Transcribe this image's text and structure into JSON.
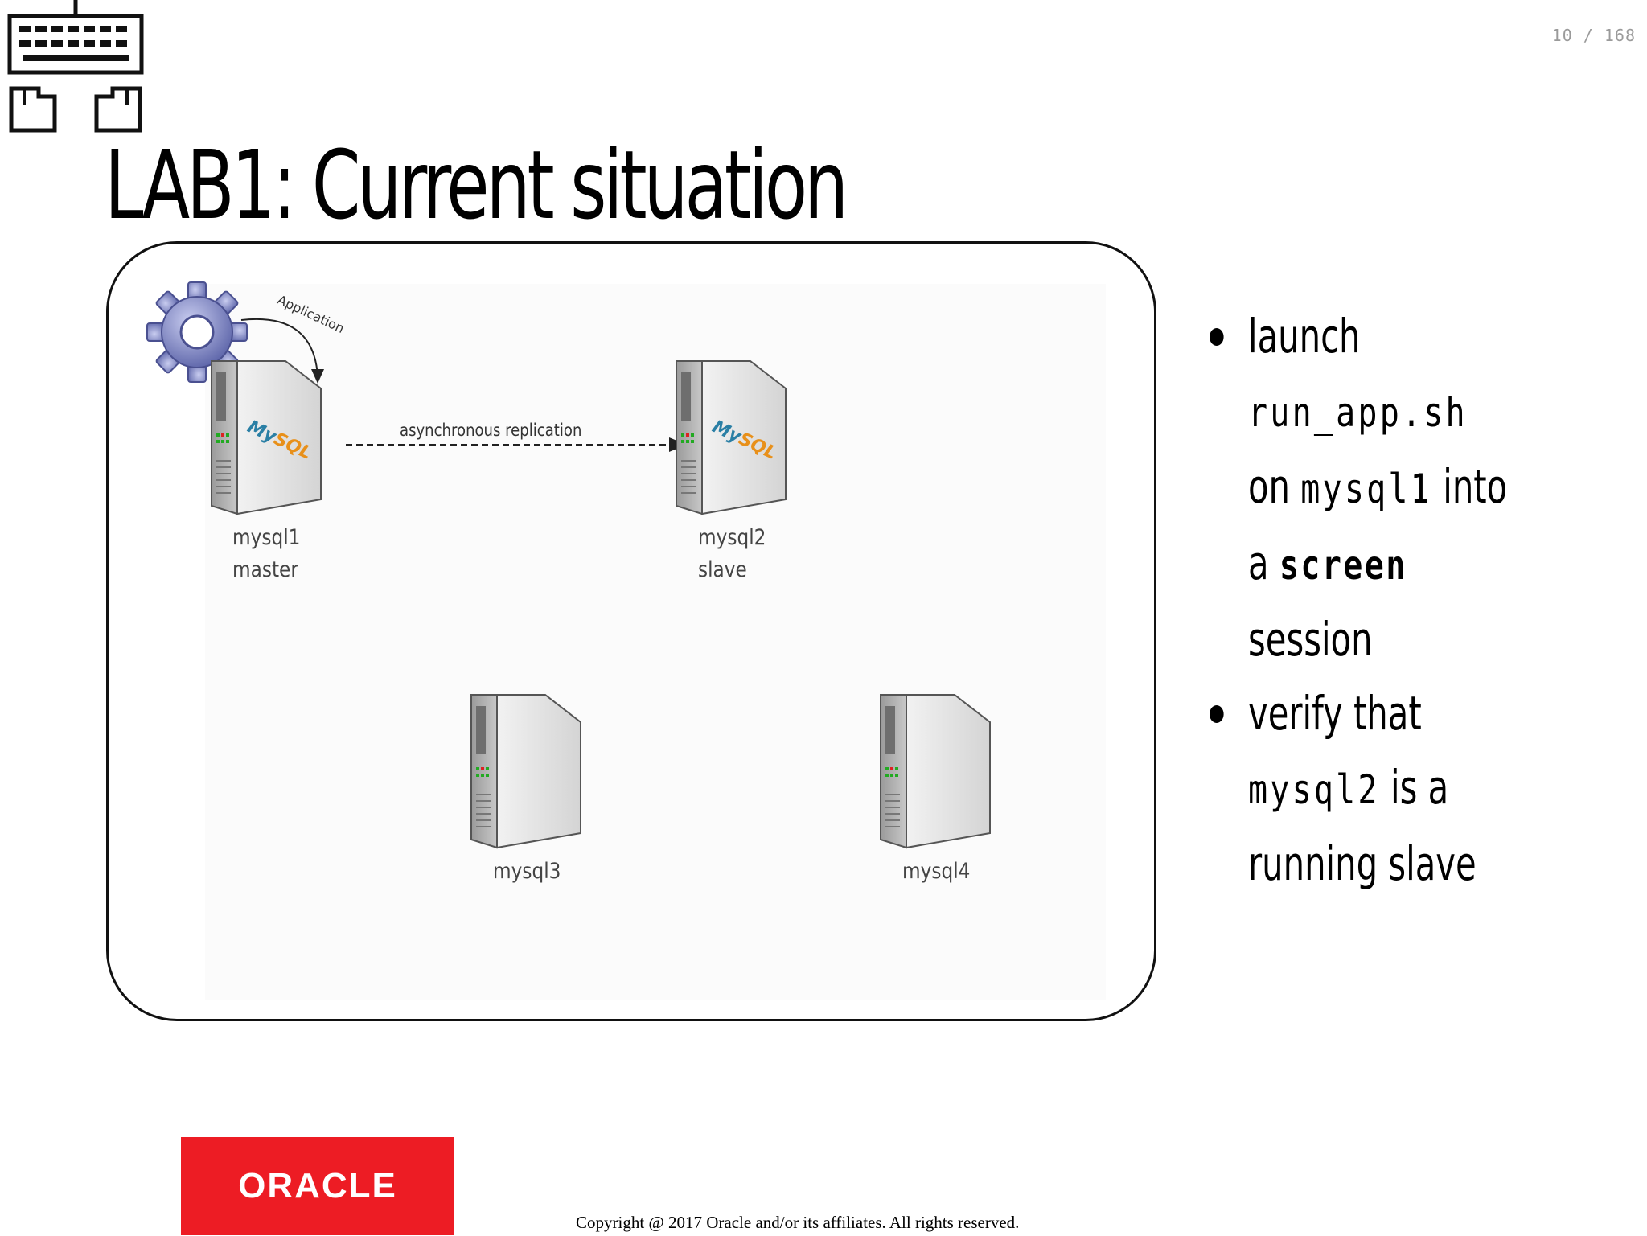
{
  "page_counter": "10 / 168",
  "title": "LAB1: Current situation",
  "diagram": {
    "application_label": "Application",
    "replication_label": "asynchronous replication",
    "servers": [
      {
        "name": "mysql1",
        "role": "master",
        "logo": "MySQL"
      },
      {
        "name": "mysql2",
        "role": "slave",
        "logo": "MySQL"
      },
      {
        "name": "mysql3",
        "role": ""
      },
      {
        "name": "mysql4",
        "role": ""
      }
    ]
  },
  "bullets": [
    {
      "lines": [
        [
          "launch"
        ],
        [
          "run_app.sh"
        ],
        [
          "on",
          "mysql1",
          "into"
        ],
        [
          "a",
          "screen"
        ],
        [
          "session"
        ]
      ]
    },
    {
      "lines": [
        [
          "verify that"
        ],
        [
          "mysql2",
          "is a"
        ],
        [
          "running slave"
        ]
      ]
    }
  ],
  "footer": {
    "logo_text": "ORACLE",
    "copyright": "Copyright @ 2017 Oracle and/or its affiliates. All rights reserved."
  },
  "icons": {
    "keyboard": "keyboard-icon",
    "gear": "gear-icon",
    "server": "server-icon"
  },
  "colors": {
    "oracle_red": "#ed1c24",
    "gear_blue": "#7d86c9"
  }
}
